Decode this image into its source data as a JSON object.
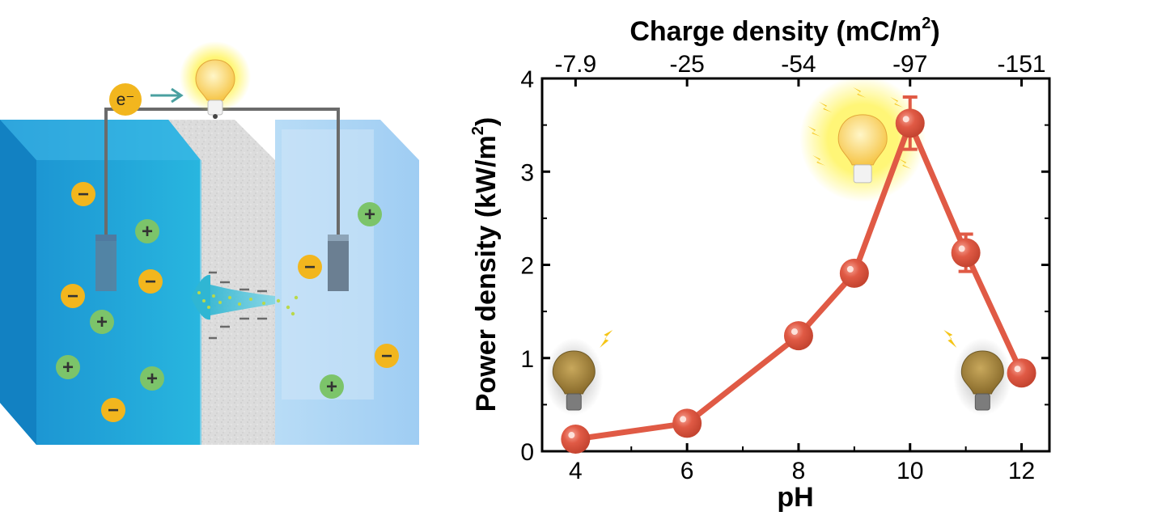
{
  "illustration": {
    "electron_label": "e⁻",
    "anion_symbol": "−",
    "cation_symbol": "+",
    "colors": {
      "left_reservoir": "#1f9ad6",
      "right_reservoir": "#a9d3f5",
      "membrane": "#dcdcdc",
      "anion": "#f2b61e",
      "cation": "#7cc46a",
      "wire": "#6b6b6b",
      "arrow": "#4aa0a0"
    },
    "icons": [
      "electron-icon",
      "lit-bulb-icon",
      "electrode-icon",
      "nanopore-icon"
    ]
  },
  "chart_data": {
    "type": "line",
    "xlabel": "pH",
    "ylabel": "Power density (kW/m",
    "ylabel_sup": "2",
    "ylabel_close": ")",
    "top_xlabel": "Charge density (mC/m",
    "top_xlabel_sup": "2",
    "top_xlabel_close": ")",
    "xlim": [
      3.4,
      12.5
    ],
    "ylim": [
      0,
      4
    ],
    "x_ticks": [
      "4",
      "6",
      "8",
      "10",
      "12"
    ],
    "x_tick_values": [
      4,
      6,
      8,
      10,
      12
    ],
    "y_ticks": [
      "0",
      "1",
      "2",
      "3",
      "4"
    ],
    "y_tick_values": [
      0,
      1,
      2,
      3,
      4
    ],
    "top_ticks": [
      "-7.9",
      "-25",
      "-54",
      "-97",
      "-151"
    ],
    "top_tick_values": [
      4,
      6,
      8,
      10,
      12
    ],
    "grid": false,
    "color": "#e05a45",
    "series": [
      {
        "x": [
          4,
          6,
          8,
          9,
          10,
          11,
          12
        ],
        "y": [
          0.13,
          0.3,
          1.24,
          1.91,
          3.52,
          2.13,
          0.84
        ],
        "err": [
          0,
          0,
          0,
          0,
          0.28,
          0.2,
          0
        ]
      }
    ],
    "annotations": [
      {
        "icon": "dim-bulb-icon",
        "x": 3.97,
        "y": 0.85
      },
      {
        "icon": "bright-bulb-icon",
        "x": 9.15,
        "y": 3.35
      },
      {
        "icon": "dim-bulb-icon",
        "x": 11.3,
        "y": 0.85
      }
    ]
  }
}
